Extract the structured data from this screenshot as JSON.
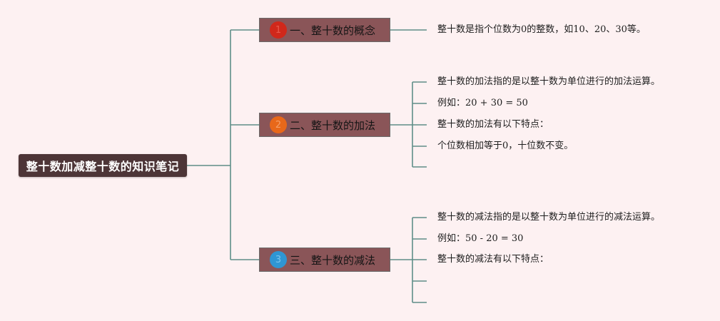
{
  "root": {
    "title": "整十数加减整十数的知识笔记"
  },
  "colors": {
    "background": "#fdf1f2",
    "root_fill": "#4d3537",
    "branch_fill": "#8a5558",
    "connector": "#5e8e88",
    "badge_1": "#d0281b",
    "badge_2": "#e8681a",
    "badge_3": "#2f96d4"
  },
  "branches": [
    {
      "number": "1",
      "label": "一、整十数的概念",
      "badge_color": "#d0281b",
      "badge_text_color": "#e85a4c",
      "leaves": [
        "整十数是指个位数为0的整数，如10、20、30等。"
      ]
    },
    {
      "number": "2",
      "label": "二、整十数的加法",
      "badge_color": "#e8681a",
      "badge_text_color": "#f4a06a",
      "leaves": [
        "整十数的加法指的是以整十数为单位进行的加法运算。",
        "例如：20 + 30 = 50",
        "整十数的加法有以下特点：",
        "个位数相加等于0，十位数不变。",
        ""
      ]
    },
    {
      "number": "3",
      "label": "三、整十数的减法",
      "badge_color": "#2f96d4",
      "badge_text_color": "#7cc4ec",
      "leaves": [
        "整十数的减法指的是以整十数为单位进行的减法运算。",
        "例如：50 - 20 = 30",
        "整十数的减法有以下特点：",
        "",
        ""
      ]
    }
  ]
}
